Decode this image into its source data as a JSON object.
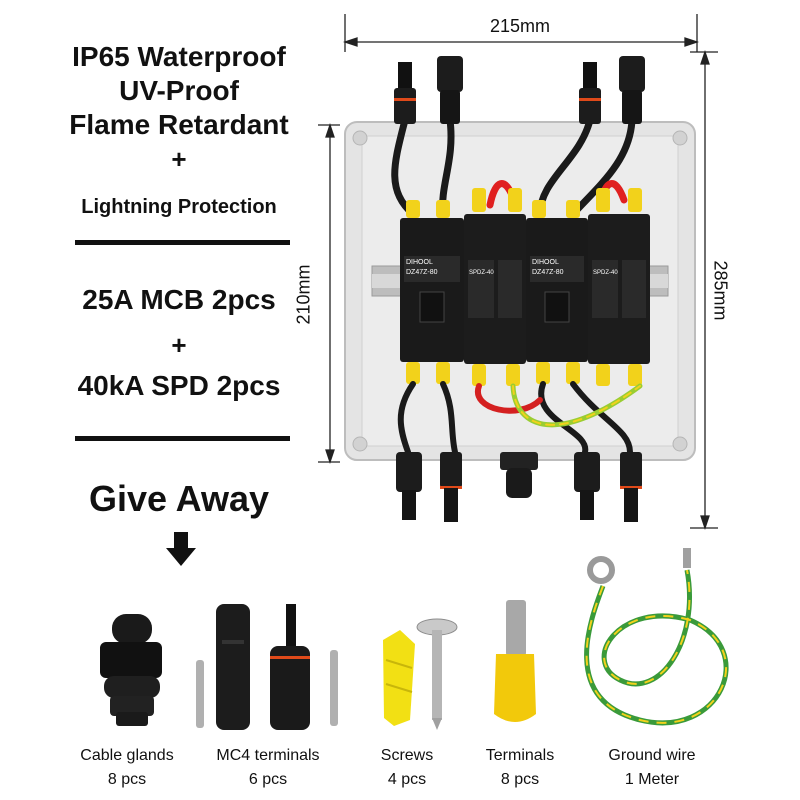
{
  "features": {
    "line1": "IP65 Waterproof",
    "line2": "UV-Proof",
    "line3": "Flame Retardant",
    "plus1": "+",
    "line4": "Lightning Protection",
    "mcb": "25A MCB 2pcs",
    "plus2": "+",
    "spd": "40kA SPD 2pcs"
  },
  "give_away": "Give Away",
  "dimensions": {
    "width": "215mm",
    "height_box": "210mm",
    "height_total": "285mm"
  },
  "devices": {
    "mcb_brand": "DIHOOL",
    "mcb_model": "DZ47Z-80",
    "spd_model": "SPDZ-40"
  },
  "accessories": [
    {
      "name": "Cable glands",
      "qty": "8 pcs"
    },
    {
      "name": "MC4 terminals",
      "qty": "6 pcs"
    },
    {
      "name": "Screws",
      "qty": "4 pcs"
    },
    {
      "name": "Terminals",
      "qty": "8 pcs"
    },
    {
      "name": "Ground wire",
      "qty": "1 Meter"
    }
  ],
  "colors": {
    "box": "#e6e6e6",
    "device": "#1a1a1a",
    "accent_yellow": "#f2d21b",
    "ground_green": "#3a9a3a"
  }
}
